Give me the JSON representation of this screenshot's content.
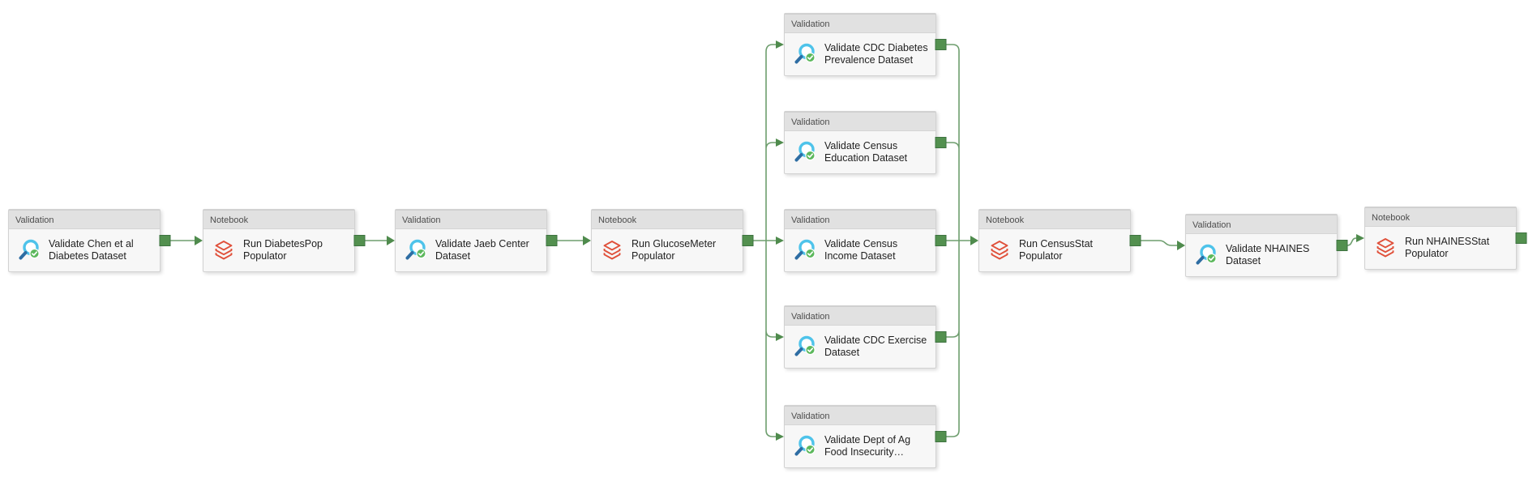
{
  "diagram": {
    "nodes": [
      {
        "id": "validate-chen-et-al",
        "type_label": "Validation",
        "title": "Validate Chen et al Diabetes Dataset"
      },
      {
        "id": "run-diabetespop",
        "type_label": "Notebook",
        "title": "Run DiabetesPop Populator"
      },
      {
        "id": "validate-jaeb-center",
        "type_label": "Validation",
        "title": "Validate Jaeb Center Dataset"
      },
      {
        "id": "run-glucosemeter",
        "type_label": "Notebook",
        "title": "Run GlucoseMeter Populator"
      },
      {
        "id": "validate-cdc-diabetes-prevalence",
        "type_label": "Validation",
        "title": "Validate CDC Diabetes Prevalence Dataset"
      },
      {
        "id": "validate-census-education",
        "type_label": "Validation",
        "title": "Validate Census Education Dataset"
      },
      {
        "id": "validate-census-income",
        "type_label": "Validation",
        "title": "Validate Census Income Dataset"
      },
      {
        "id": "validate-cdc-exercise",
        "type_label": "Validation",
        "title": "Validate CDC Exercise Dataset"
      },
      {
        "id": "validate-dept-of-ag",
        "type_label": "Validation",
        "title": "Validate Dept of Ag Food Insecurity…"
      },
      {
        "id": "run-censusstat",
        "type_label": "Notebook",
        "title": "Run CensusStat Populator"
      },
      {
        "id": "validate-nhaines",
        "type_label": "Validation",
        "title": "Validate NHAINES Dataset"
      },
      {
        "id": "run-nhainesstat",
        "type_label": "Notebook",
        "title": "Run NHAINESStat Populator"
      }
    ],
    "edges": [
      {
        "from": "validate-chen-et-al",
        "to": "run-diabetespop",
        "on": "success"
      },
      {
        "from": "run-diabetespop",
        "to": "validate-jaeb-center",
        "on": "success"
      },
      {
        "from": "validate-jaeb-center",
        "to": "run-glucosemeter",
        "on": "success"
      },
      {
        "from": "run-glucosemeter",
        "to": "validate-cdc-diabetes-prevalence",
        "on": "success"
      },
      {
        "from": "run-glucosemeter",
        "to": "validate-census-education",
        "on": "success"
      },
      {
        "from": "run-glucosemeter",
        "to": "validate-census-income",
        "on": "success"
      },
      {
        "from": "run-glucosemeter",
        "to": "validate-cdc-exercise",
        "on": "success"
      },
      {
        "from": "run-glucosemeter",
        "to": "validate-dept-of-ag",
        "on": "success"
      },
      {
        "from": "validate-cdc-diabetes-prevalence",
        "to": "run-censusstat",
        "on": "success"
      },
      {
        "from": "validate-census-education",
        "to": "run-censusstat",
        "on": "success"
      },
      {
        "from": "validate-census-income",
        "to": "run-censusstat",
        "on": "success"
      },
      {
        "from": "validate-cdc-exercise",
        "to": "run-censusstat",
        "on": "success"
      },
      {
        "from": "validate-dept-of-ag",
        "to": "run-censusstat",
        "on": "success"
      },
      {
        "from": "run-censusstat",
        "to": "validate-nhaines",
        "on": "success"
      },
      {
        "from": "validate-nhaines",
        "to": "run-nhainesstat",
        "on": "success"
      }
    ],
    "icons": {
      "validation": "magnifier-with-green-check-icon",
      "notebook": "databricks-stack-icon"
    },
    "colors": {
      "canvas_bg": "#ffffff",
      "node_bg": "#f7f7f7",
      "node_header_bg": "#e1e1e1",
      "node_border": "#d2d2d2",
      "header_text": "#4d4d4d",
      "title_text": "#1f1f1f",
      "connector_line": "#6e9e6e",
      "connector_port": "#53904f",
      "connector_arrow": "#4f8b4d",
      "validation_lens": "#4ec3ea",
      "validation_handle": "#2e6da3",
      "validation_badge": "#5cb85c",
      "notebook_icon": "#e0503a"
    }
  }
}
